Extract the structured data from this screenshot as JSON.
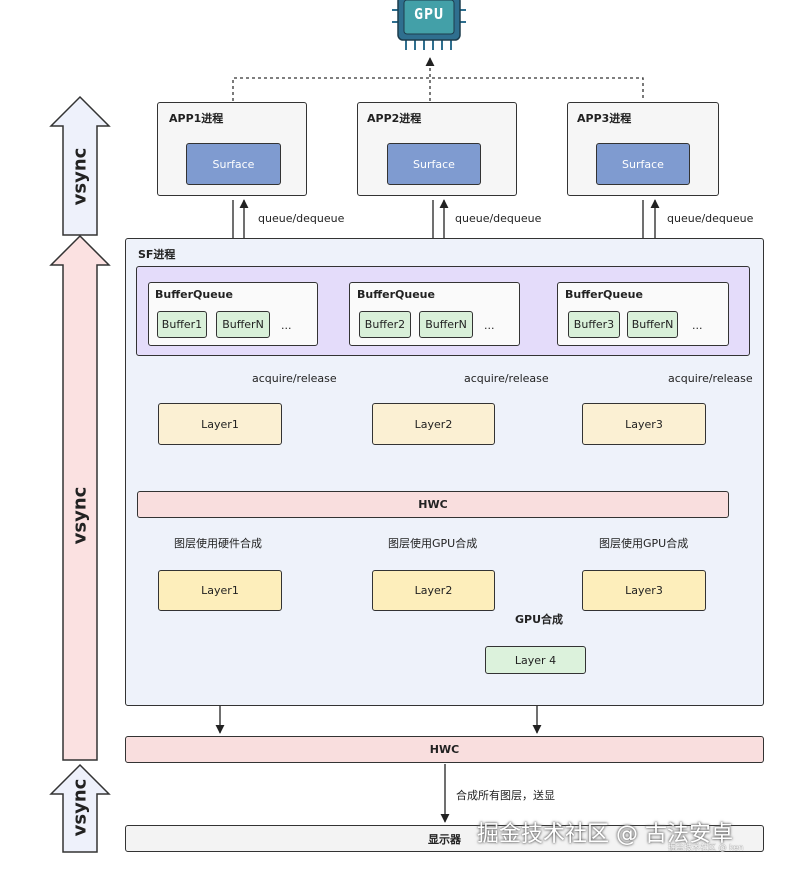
{
  "gpu_chip": {
    "label": "GPU",
    "color": "#2f6f8f"
  },
  "apps": [
    {
      "title": "APP1进程",
      "surface": "Surface",
      "ipc": "queue/dequeue"
    },
    {
      "title": "APP2进程",
      "surface": "Surface",
      "ipc": "queue/dequeue"
    },
    {
      "title": "APP3进程",
      "surface": "Surface",
      "ipc": "queue/dequeue"
    }
  ],
  "vsync_labels": [
    "vsync",
    "vsync",
    "vsync"
  ],
  "sf": {
    "title": "SF进程",
    "buffer_queues": [
      {
        "title": "BufferQueue",
        "buffers": [
          "Buffer1",
          "BufferN"
        ],
        "more": "..."
      },
      {
        "title": "BufferQueue",
        "buffers": [
          "Buffer2",
          "BufferN"
        ],
        "more": "..."
      },
      {
        "title": "BufferQueue",
        "buffers": [
          "Buffer3",
          "BufferN"
        ],
        "more": "..."
      }
    ],
    "acquire_release": "acquire/release",
    "layers_top": [
      "Layer1",
      "Layer2",
      "Layer3"
    ],
    "hwc": "HWC",
    "composition": [
      "图层使用硬件合成",
      "图层使用GPU合成",
      "图层使用GPU合成"
    ],
    "layers_bottom": [
      "Layer1",
      "Layer2",
      "Layer3"
    ],
    "gpu_compose": "GPU合成",
    "layer4": "Layer 4"
  },
  "hwc_bottom": "HWC",
  "compose_all": "合成所有图层，送显",
  "display": "显示器",
  "watermark": {
    "main": "掘金技术社区 @ 古法安卓",
    "sub": "掘金技术社区 @ ken"
  },
  "colors": {
    "surface": "#7f9bd0",
    "bq_band": "#e4dcfa",
    "buffer": "#d9f0d9",
    "layer": "#fbf0d3",
    "hwc": "#f9dede",
    "vsync_up": "#eef1fb",
    "vsync_pink": "#fbe1e1"
  }
}
